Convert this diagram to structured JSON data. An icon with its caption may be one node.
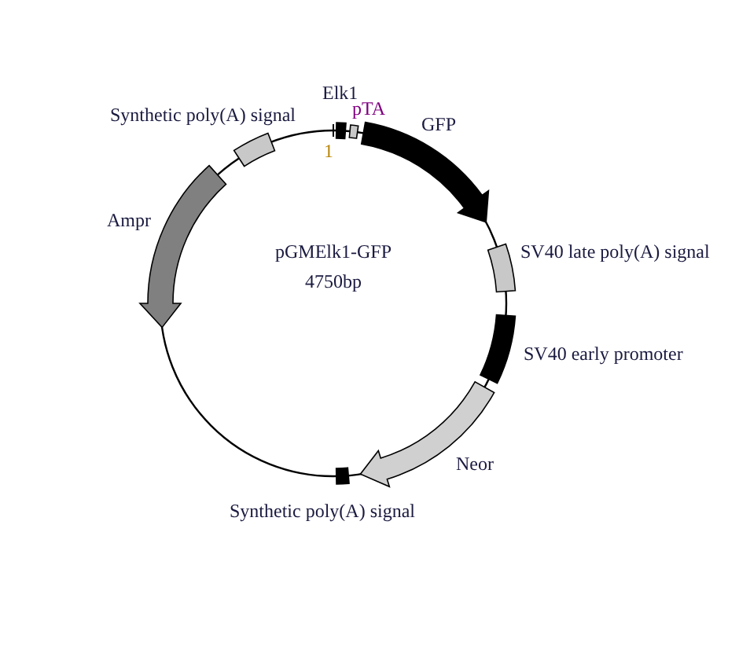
{
  "diagram": {
    "nodes": [
      {
        "text": [
          "pGMElk1-GFP",
          "4750bp"
        ]
      },
      {
        "text": [
          "Elk1"
        ]
      },
      {
        "text": [
          "pTA"
        ]
      },
      {
        "text": [
          "GFP"
        ]
      },
      {
        "text": [
          "SV40 late poly(A) signal"
        ]
      },
      {
        "text": [
          "SV40 early promoter"
        ]
      },
      {
        "text": [
          "Neor"
        ]
      },
      {
        "text": [
          "Synthetic poly(A) signal"
        ]
      },
      {
        "text": [
          "Ampr"
        ]
      },
      {
        "text": [
          "Synthetic poly(A) signal"
        ]
      }
    ],
    "edges": [],
    "labels": [
      "1"
    ]
  }
}
